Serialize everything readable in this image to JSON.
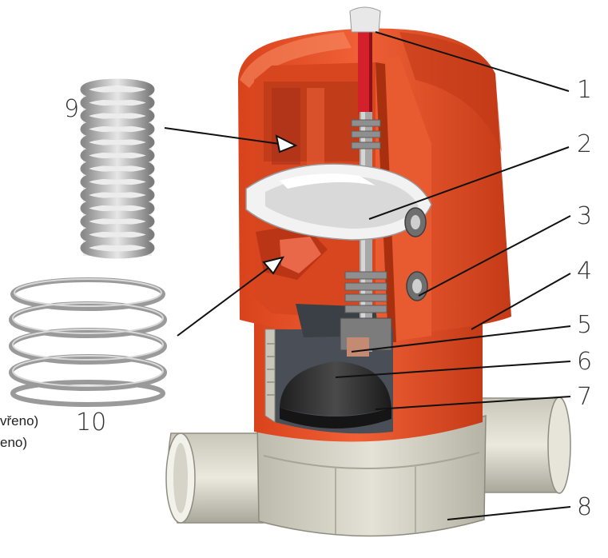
{
  "callouts": {
    "c1": "1",
    "c2": "2",
    "c3": "3",
    "c4": "4",
    "c5": "5",
    "c6": "6",
    "c7": "7",
    "c8": "8",
    "c9": "9",
    "c10": "10"
  },
  "legend": {
    "line1": "vřeno)",
    "line2": "eno)"
  },
  "colors": {
    "actuator": "#e8532b",
    "actuator_dark": "#b83a18",
    "actuator_light": "#f47a4f",
    "body": "#d8d6c8",
    "body_dark": "#a9a89a",
    "spindle": "#d4202a",
    "diaphragm": "#2b2b2b",
    "spring": "#b8b8b8",
    "leader": "#111111"
  }
}
